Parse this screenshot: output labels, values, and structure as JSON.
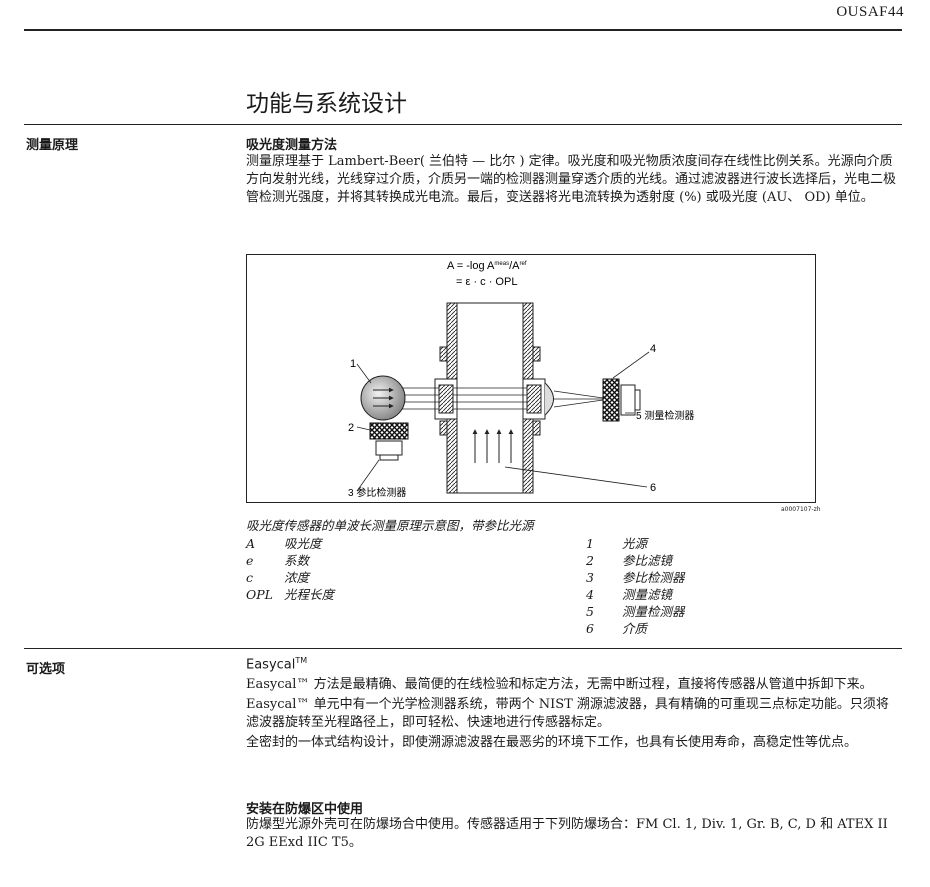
{
  "header": {
    "doc_id": "OUSAF44"
  },
  "page_title": "功能与系统设计",
  "section_measuring": {
    "side_label": "测量原理",
    "heading": "吸光度测量方法",
    "paragraph": "测量原理基于 Lambert-Beer( 兰伯特 — 比尔 ) 定律。吸光度和吸光物质浓度间存在线性比例关系。光源向介质方向发射光线，光线穿过介质，介质另一端的检测器测量穿透介质的光线。通过滤波器进行波长选择后，光电二极管检测光强度，并将其转换成光电流。最后，变送器将光电流转换为透射度 (%) 或吸光度 (AU、 OD) 单位。"
  },
  "diagram": {
    "formula_line1_a": "A = -log A",
    "formula_sup1": "meas",
    "formula_mid": "/A",
    "formula_sup2": "ref",
    "formula_line2": "= ε · c · OPL",
    "label_1": "1",
    "label_2": "2",
    "label_3": "3 参比检测器",
    "label_4": "4",
    "label_5": "5 测量检测器",
    "label_6": "6",
    "figure_id": "a0007107-zh"
  },
  "figure": {
    "caption": "吸光度传感器的单波长测量原理示意图，带参比光源",
    "legend_left": [
      {
        "key": "A",
        "value": "吸光度"
      },
      {
        "key": "e",
        "value": "系数"
      },
      {
        "key": "c",
        "value": "浓度"
      },
      {
        "key": "OPL",
        "value": "光程长度"
      }
    ],
    "legend_right": [
      {
        "key": "1",
        "value": "光源"
      },
      {
        "key": "2",
        "value": "参比滤镜"
      },
      {
        "key": "3",
        "value": "参比检测器"
      },
      {
        "key": "4",
        "value": "测量滤镜"
      },
      {
        "key": "5",
        "value": "测量检测器"
      },
      {
        "key": "6",
        "value": "介质"
      }
    ]
  },
  "section_options": {
    "side_label": "可选项",
    "heading_main": "Easycal",
    "heading_sup": "TM",
    "paragraphs": [
      "Easycal™ 方法是最精确、最简便的在线检验和标定方法，无需中断过程，直接将传感器从管道中拆卸下来。",
      "Easycal™ 单元中有一个光学检测器系统，带两个 NIST 溯源滤波器，具有精确的可重现三点标定功能。只须将滤波器旋转至光程路径上，即可轻松、快速地进行传感器标定。",
      "全密封的一体式结构设计，即使溯源滤波器在最恶劣的环境下工作，也具有长使用寿命，高稳定性等优点。"
    ],
    "sub_heading": "安装在防爆区中使用",
    "sub_paragraph": "防爆型光源外壳可在防爆场合中使用。传感器适用于下列防爆场合：FM Cl. 1, Div. 1, Gr. B, C, D 和 ATEX II 2G EExd IIC T5。"
  }
}
